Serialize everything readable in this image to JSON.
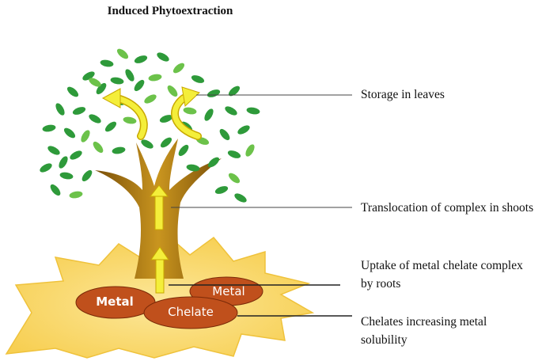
{
  "title": "Induced Phytoextraction",
  "labels": {
    "metal_left": "Metal",
    "metal_right": "Metal",
    "chelate": "Chelate"
  },
  "callouts": {
    "storage": "Storage in leaves",
    "translocation": "Translocation of complex in shoots",
    "uptake": "Uptake of metal chelate complex by roots",
    "chelates": "Chelates increasing metal solubility"
  },
  "colors": {
    "leaf": "#2e9a3a",
    "leaf_light": "#6cc24a",
    "trunk": "#9c6a10",
    "trunk_light": "#c9951f",
    "soil": "#fbd86a",
    "soil_edge": "#f1c232",
    "blob": "#c0501c",
    "arrow": "#f4ee3a"
  }
}
